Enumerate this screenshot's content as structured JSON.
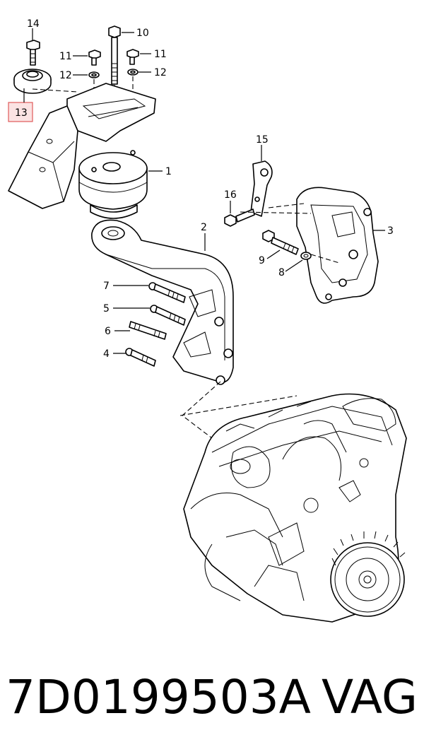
{
  "callouts": {
    "c1": "1",
    "c2": "2",
    "c3": "3",
    "c4": "4",
    "c5": "5",
    "c6": "6",
    "c7": "7",
    "c8": "8",
    "c9": "9",
    "c10": "10",
    "c11a": "11",
    "c11b": "11",
    "c12a": "12",
    "c12b": "12",
    "c13": "13",
    "c14": "14",
    "c15": "15",
    "c16": "16"
  },
  "highlight_color": "#e05a5a",
  "footer": {
    "part_number": "7D0199503A",
    "brand": "VAG"
  }
}
